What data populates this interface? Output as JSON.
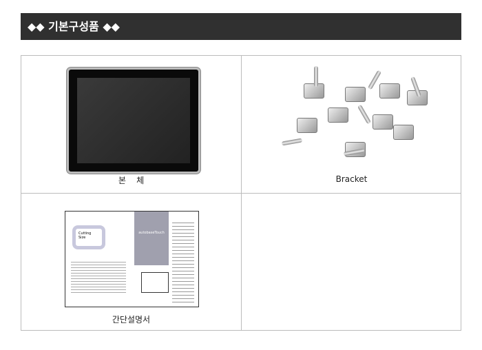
{
  "header": {
    "title": "◆◆ 기본구성품 ◆◆"
  },
  "items": [
    {
      "caption": "본    체",
      "image": "touch-monitor"
    },
    {
      "caption": "Bracket",
      "image": "brackets"
    },
    {
      "caption": "간단설명서",
      "image": "quick-manual",
      "manual_brand": "autobaseTouch",
      "manual_label": "Cutting Size"
    },
    {
      "caption": "",
      "image": ""
    }
  ]
}
